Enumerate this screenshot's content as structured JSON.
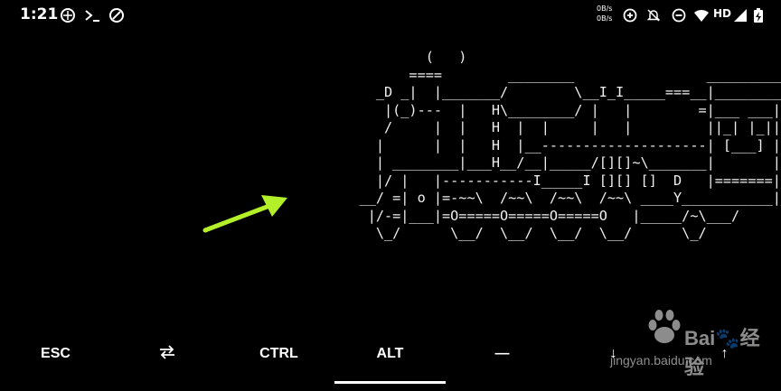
{
  "status_bar": {
    "time": "1:21",
    "net_up": "0B/s",
    "net_down": "0B/s",
    "network_label": "HD",
    "icons": [
      "sync-icon",
      "terminal-icon",
      "vpn-icon",
      "data-saver-icon",
      "notifications-off-icon",
      "do-not-disturb-icon",
      "wifi-icon",
      "signal-icon",
      "battery-charging-icon"
    ]
  },
  "terminal": {
    "lines": [
      "            (   )",
      "          ====        ________                ___________",
      "      _D _|  |_______/        \\__I_I_____===__|_________|",
      "       |(_)---  |   H\\________/ |   |        =|___ ___|",
      "       /     |  |   H  |  |     |   |         ||_| |_||",
      "      |      |  |   H  |__--------------------| [___] |",
      "      | ________|___H__/__|_____/[][]~\\_______|       |",
      "      |/ |   |-----------I_____I [][] []  D   |=======|__",
      "    __/ =| o |=-~~\\  /~~\\  /~~\\  /~~\\ ____Y___________|__",
      "     |/-=|___|=O=====O=====O=====O   |_____/~\\___/",
      "      \\_/      \\__/  \\__/  \\__/  \\__/      \\_/"
    ]
  },
  "extra_keys": {
    "esc": "ESC",
    "tab_icon": "tab-arrows-icon",
    "ctrl": "CTRL",
    "alt": "ALT",
    "dash": "—",
    "down": "↓",
    "up": "↑"
  },
  "watermark": {
    "name": "Bai🐾经验",
    "url": "jingyan.baidu.com"
  },
  "colors": {
    "background": "#000000",
    "text": "#ffffff",
    "annotation_arrow": "#b4f02a"
  }
}
